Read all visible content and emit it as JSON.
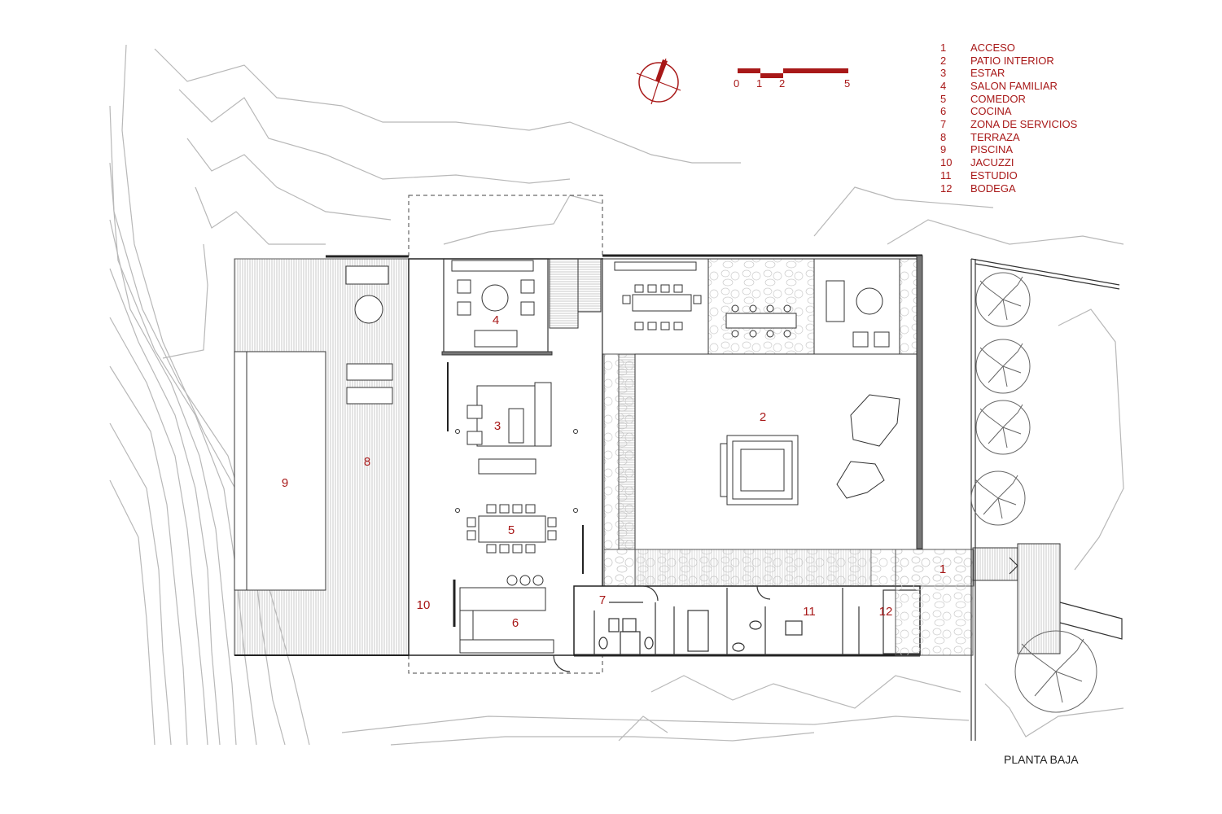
{
  "drawing_title": "PLANTA BAJA",
  "scale_bar": {
    "ticks": [
      "0",
      "1",
      "2",
      "5"
    ],
    "color": "#a81818"
  },
  "north_arrow": {
    "icon": "north-arrow-icon"
  },
  "legend": [
    {
      "num": "1",
      "label": "ACCESO"
    },
    {
      "num": "2",
      "label": "PATIO INTERIOR"
    },
    {
      "num": "3",
      "label": "ESTAR"
    },
    {
      "num": "4",
      "label": "SALON FAMILIAR"
    },
    {
      "num": "5",
      "label": "COMEDOR"
    },
    {
      "num": "6",
      "label": "COCINA"
    },
    {
      "num": "7",
      "label": "ZONA DE SERVICIOS"
    },
    {
      "num": "8",
      "label": "TERRAZA"
    },
    {
      "num": "9",
      "label": "PISCINA"
    },
    {
      "num": "10",
      "label": "JACUZZI"
    },
    {
      "num": "11",
      "label": "ESTUDIO"
    },
    {
      "num": "12",
      "label": "BODEGA"
    }
  ],
  "room_labels": {
    "r1": "1",
    "r2": "2",
    "r3": "3",
    "r4": "4",
    "r5": "5",
    "r6": "6",
    "r7": "7",
    "r8": "8",
    "r9": "9",
    "r10": "10",
    "r11": "11",
    "r12": "12"
  }
}
